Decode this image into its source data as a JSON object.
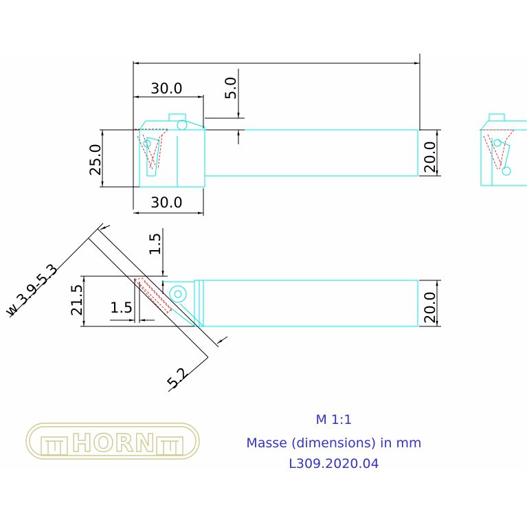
{
  "drawing": {
    "top_view": {
      "dim_30_top": "30.0",
      "dim_5_0": "5.0",
      "dim_25_0": "25.0",
      "dim_20_0_right": "20.0",
      "dim_30_bottom": "30.0"
    },
    "side_view": {
      "dim_1_5_top": "1.5",
      "dim_width": "w 3.9-5.3",
      "dim_21_5": "21.5",
      "dim_1_5_left": "1.5",
      "dim_20_0_right": "20.0",
      "dim_5_2": "5.2"
    }
  },
  "notes": {
    "scale": "M 1:1",
    "dimensions_note": "Masse (dimensions) in mm",
    "drawing_number": "L309.2020.04"
  },
  "logo": {
    "text": "HORN"
  },
  "colors": {
    "geometry": "#00e5e5",
    "dimension_lines": "#000000",
    "hidden_lines": "#e03030",
    "notes": "#3333cc",
    "logo": "#d2c98f"
  }
}
